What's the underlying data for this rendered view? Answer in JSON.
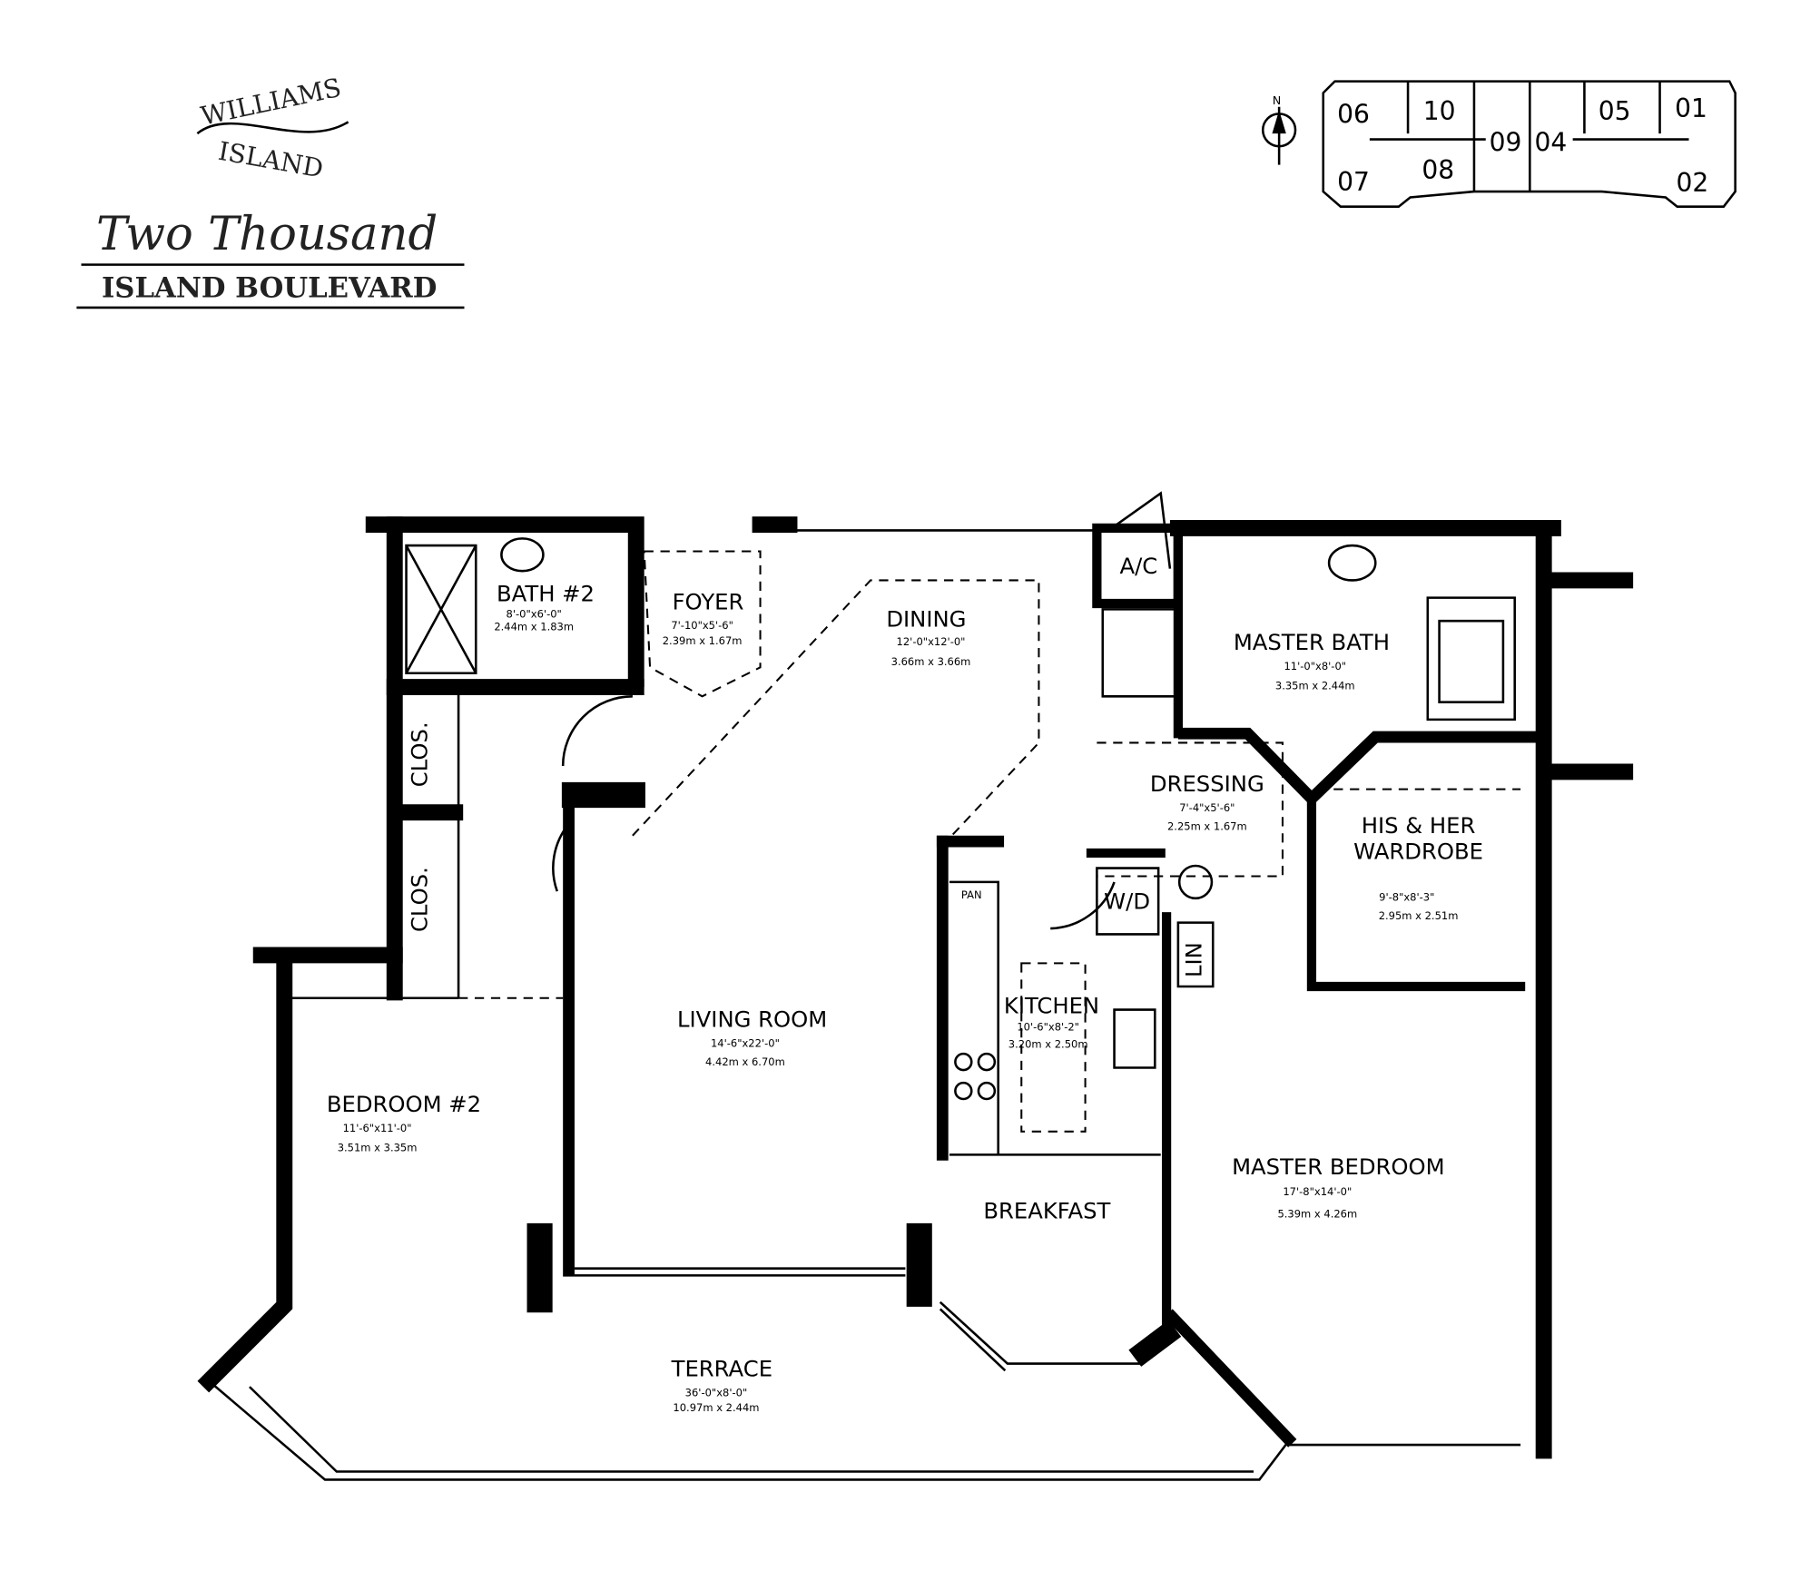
{
  "logo": {
    "line1": "WILLIAMS",
    "line2": "ISLAND",
    "line3": "Two Thousand",
    "line4": "ISLAND BOULEVARD"
  },
  "keyplan": {
    "north_label": "N",
    "units": [
      "06",
      "10",
      "09",
      "04",
      "05",
      "01",
      "07",
      "08",
      "02"
    ]
  },
  "rooms": {
    "bath2": {
      "name": "BATH #2",
      "dim_imperial": "8'-0\"x6'-0\"",
      "dim_metric": "2.44m x 1.83m"
    },
    "foyer": {
      "name": "FOYER",
      "dim_imperial": "7'-10\"x5'-6\"",
      "dim_metric": "2.39m x 1.67m"
    },
    "dining": {
      "name": "DINING",
      "dim_imperial": "12'-0\"x12'-0\"",
      "dim_metric": "3.66m x 3.66m"
    },
    "ac": {
      "name": "A/C"
    },
    "master_bath": {
      "name": "MASTER BATH",
      "dim_imperial": "11'-0\"x8'-0\"",
      "dim_metric": "3.35m x 2.44m"
    },
    "dressing": {
      "name": "DRESSING",
      "dim_imperial": "7'-4\"x5'-6\"",
      "dim_metric": "2.25m x 1.67m"
    },
    "wardrobe": {
      "name1": "HIS & HER",
      "name2": "WARDROBE",
      "dim_imperial": "9'-8\"x8'-3\"",
      "dim_metric": "2.95m x 2.51m"
    },
    "clos1": {
      "name": "CLOS."
    },
    "clos2": {
      "name": "CLOS."
    },
    "pan": {
      "name": "PAN"
    },
    "wd": {
      "name": "W/D"
    },
    "lin": {
      "name": "LIN"
    },
    "living": {
      "name": "LIVING ROOM",
      "dim_imperial": "14'-6\"x22'-0\"",
      "dim_metric": "4.42m x 6.70m"
    },
    "kitchen": {
      "name": "KITCHEN",
      "dim_imperial": "10'-6\"x8'-2\"",
      "dim_metric": "3.20m x 2.50m"
    },
    "bedroom2": {
      "name": "BEDROOM #2",
      "dim_imperial": "11'-6\"x11'-0\"",
      "dim_metric": "3.51m x 3.35m"
    },
    "breakfast": {
      "name": "BREAKFAST"
    },
    "master_bedroom": {
      "name": "MASTER BEDROOM",
      "dim_imperial": "17'-8\"x14'-0\"",
      "dim_metric": "5.39m x 4.26m"
    },
    "terrace": {
      "name": "TERRACE",
      "dim_imperial": "36'-0\"x8'-0\"",
      "dim_metric": "10.97m x 2.44m"
    }
  }
}
